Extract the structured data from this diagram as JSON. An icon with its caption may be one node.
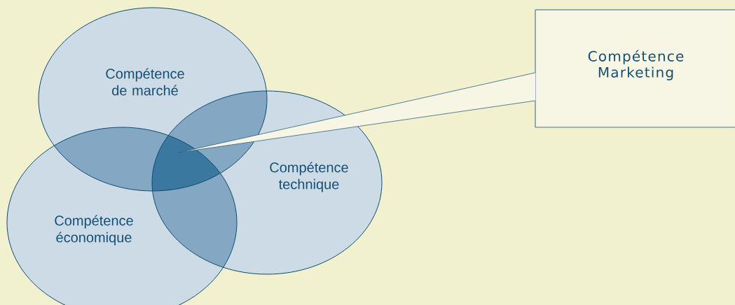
{
  "diagram": {
    "nodes": [
      {
        "text": [
          "Compétence de marché"
        ]
      },
      {
        "text": [
          "Compétence technique"
        ]
      },
      {
        "text": [
          "Compétence économique"
        ]
      },
      {
        "text": [
          "Compétence Marketing"
        ]
      },
      {
        "text": [],
        "shape": "region"
      }
    ],
    "edges": [
      {
        "from": 3,
        "to": 4,
        "arrow": "none"
      }
    ]
  }
}
